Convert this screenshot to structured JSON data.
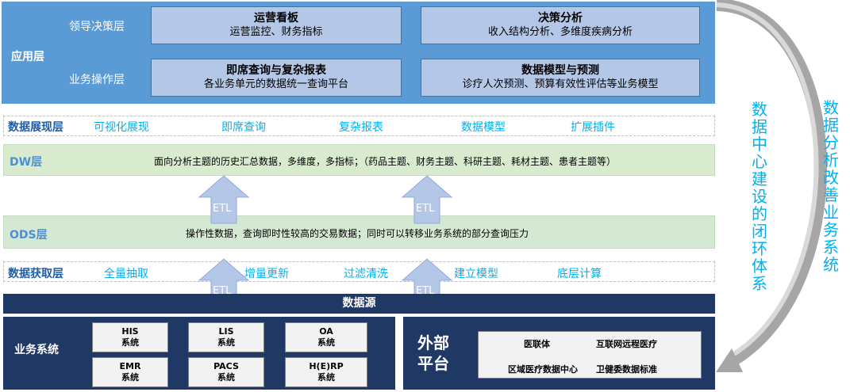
{
  "application_layer": {
    "title": "应用层",
    "sublayers": {
      "leadership": "领导决策层",
      "business_ops": "业务操作层"
    },
    "boxes": [
      {
        "title": "运营看板",
        "subtitle": "运营监控、财务指标"
      },
      {
        "title": "决策分析",
        "subtitle": "收入结构分析、多维度疾病分析"
      },
      {
        "title": "即席查询与复杂报表",
        "subtitle": "各业务单元的数据统一查询平台"
      },
      {
        "title": "数据模型与预测",
        "subtitle": "诊疗人次预测、预算有效性评估等业务模型"
      }
    ]
  },
  "presentation_layer": {
    "title": "数据展现层",
    "items": [
      "可视化展现",
      "即席查询",
      "复杂报表",
      "数据模型",
      "扩展插件"
    ]
  },
  "dw_layer": {
    "title": "DW层",
    "description": "面向分析主题的历史汇总数据，多维度，多指标；（药品主题、财务主题、科研主题、耗材主题、患者主题等）"
  },
  "ods_layer": {
    "title": "ODS层",
    "description": "操作性数据，查询即时性较高的交易数据；同时可以转移业务系统的部分查询压力"
  },
  "acquisition_layer": {
    "title": "数据获取层",
    "items": [
      "全量抽取",
      "增量更新",
      "过滤清洗",
      "建立模型",
      "底层计算"
    ]
  },
  "etl_label": "ETL",
  "datasource": {
    "title": "数据源"
  },
  "business_systems": {
    "title": "业务系统",
    "systems": [
      {
        "name": "HIS",
        "suffix": "系统"
      },
      {
        "name": "LIS",
        "suffix": "系统"
      },
      {
        "name": "OA",
        "suffix": "系统"
      },
      {
        "name": "EMR",
        "suffix": "系统"
      },
      {
        "name": "PACS",
        "suffix": "系统"
      },
      {
        "name": "H(E)RP",
        "suffix": "系统"
      }
    ]
  },
  "external_platform": {
    "title": "外部平台",
    "items": [
      "医联体",
      "互联网远程医疗",
      "区域医疗数据中心",
      "卫健委数据标准"
    ]
  },
  "side_labels": {
    "inner": "数据中心建设的闭环体系",
    "outer": "数据分析改善业务系统"
  },
  "colors": {
    "app_blue": "#5b9bd5",
    "app_box": "#b4c7e7",
    "navy": "#1f3864",
    "green_band": "#d5e8d4",
    "label_blue": "#1f5ea8",
    "item_cyan": "#00b0f0",
    "arrow_fill": "#b4c7e7",
    "curve_gray": "#a6a6a6"
  }
}
